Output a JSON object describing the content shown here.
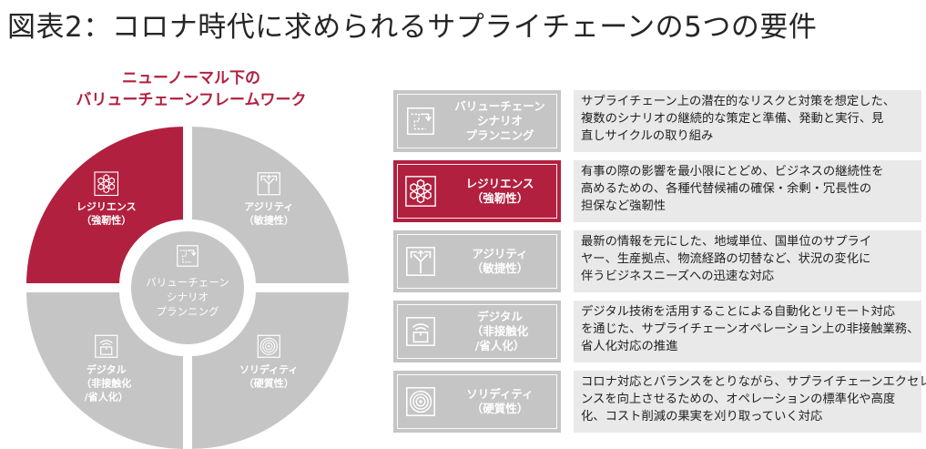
{
  "page": {
    "title": "図表2：コロナ時代に求められるサプライチェーンの5つの要件"
  },
  "framework": {
    "title_line1": "ニューノーマル下の",
    "title_line2": "バリューチェーンフレームワーク",
    "center": {
      "lines": [
        "バリューチェーン",
        "シナリオ",
        "プランニング"
      ],
      "icon": "scenario-flow-icon"
    },
    "segments": [
      {
        "key": "resilience",
        "lines": [
          "レジリエンス",
          "（強靭性）"
        ],
        "icon": "hexagon-cluster-icon",
        "color": "#b22040"
      },
      {
        "key": "agility",
        "lines": [
          "アジリティ",
          "（敏捷性）"
        ],
        "icon": "split-arrows-icon",
        "color": "#c5c5c5"
      },
      {
        "key": "solidity",
        "lines": [
          "ソリディティ",
          "（硬質性）"
        ],
        "icon": "concentric-target-icon",
        "color": "#c5c5c5"
      },
      {
        "key": "digital",
        "lines": [
          "デジタル",
          "（非接触化",
          "/省人化）"
        ],
        "icon": "wifi-box-icon",
        "color": "#c5c5c5"
      }
    ]
  },
  "requirements": [
    {
      "name": "バリューチェーン\nシナリオ\nプランニング",
      "icon": "scenario-flow-icon",
      "highlight": false,
      "desc_lines": [
        "サプライチェーン上の潜在的なリスクと対策を想定した、",
        "複数のシナリオの継続的な策定と準備、発動と実行、見",
        "直しサイクルの取り組み"
      ]
    },
    {
      "name": "レジリエンス\n（強靭性）",
      "icon": "hexagon-cluster-icon",
      "highlight": true,
      "desc_lines": [
        "有事の際の影響を最小限にとどめ、ビジネスの継続性を",
        "高めるための、各種代替候補の確保・余剰・冗長性の",
        "担保など強靭性"
      ]
    },
    {
      "name": "アジリティ\n（敏捷性）",
      "icon": "split-arrows-icon",
      "highlight": false,
      "desc_lines": [
        "最新の情報を元にした、地域単位、国単位のサプライ",
        "ヤー、生産拠点、物流経路の切替など、状況の変化に",
        "伴うビジネスニーズへの迅速な対応"
      ]
    },
    {
      "name": "デジタル\n（非接触化\n/省人化）",
      "icon": "wifi-box-icon",
      "highlight": false,
      "desc_lines": [
        "デジタル技術を活用することによる自動化とリモート対応",
        "を通じた、サプライチェーンオペレーション上の非接触業務、",
        "省人化対応の推進"
      ]
    },
    {
      "name": "ソリディティ\n（硬質性）",
      "icon": "concentric-target-icon",
      "highlight": false,
      "desc_lines": [
        "コロナ対応とバランスをとりながら、サプライチェーンエクセレ",
        "ンスを向上させるための、オペレーションの標準化や高度",
        "化、コスト削減の果実を刈り取っていく対応"
      ]
    }
  ]
}
